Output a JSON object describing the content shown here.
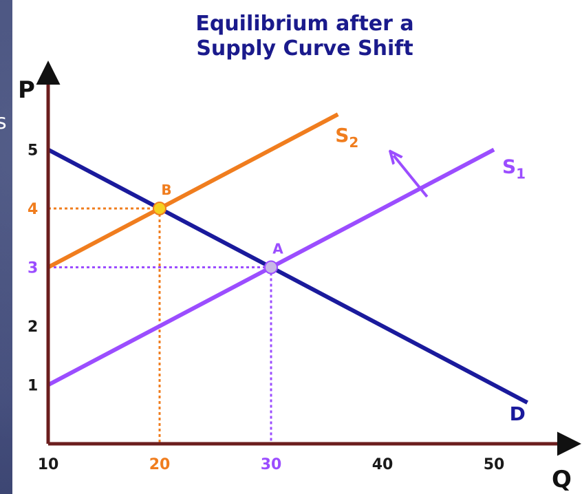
{
  "slide": {
    "fragment_text": "s"
  },
  "chart_data": {
    "type": "line",
    "title_lines": [
      "Equilibrium after a",
      "Supply Curve Shift"
    ],
    "xlabel": "Q",
    "ylabel": "P",
    "xlim": [
      10,
      54
    ],
    "ylim": [
      0,
      5.7
    ],
    "x_ticks": [
      10,
      20,
      30,
      40,
      50
    ],
    "y_ticks": [
      1,
      2,
      3,
      4,
      5
    ],
    "grid": false,
    "series": [
      {
        "name": "S",
        "sub": "1",
        "color": "#9b4dff",
        "points": [
          [
            10,
            1
          ],
          [
            50,
            5
          ]
        ]
      },
      {
        "name": "S",
        "sub": "2",
        "color": "#f07d1e",
        "points": [
          [
            10,
            3
          ],
          [
            36,
            5.6
          ]
        ]
      },
      {
        "name": "D",
        "sub": "",
        "color": "#1a1a9c",
        "points": [
          [
            10,
            5
          ],
          [
            53,
            0.7
          ]
        ]
      }
    ],
    "points": [
      {
        "label": "B",
        "x": 20,
        "y": 4,
        "color": "#f07d1e",
        "fill": "#f5d020"
      },
      {
        "label": "A",
        "x": 30,
        "y": 3,
        "color": "#9b4dff",
        "fill": "#c9b8e6"
      }
    ],
    "colors": {
      "axis": "#6b1e1e",
      "supply1": "#9b4dff",
      "supply2": "#f07d1e",
      "demand": "#1a1a9c",
      "tick_default": "#1a1a1a",
      "title": "#1a1a8c"
    },
    "shift_arrow": {
      "from": [
        44,
        4.2
      ],
      "to": [
        41,
        4.9
      ],
      "color": "#9b4dff"
    }
  }
}
